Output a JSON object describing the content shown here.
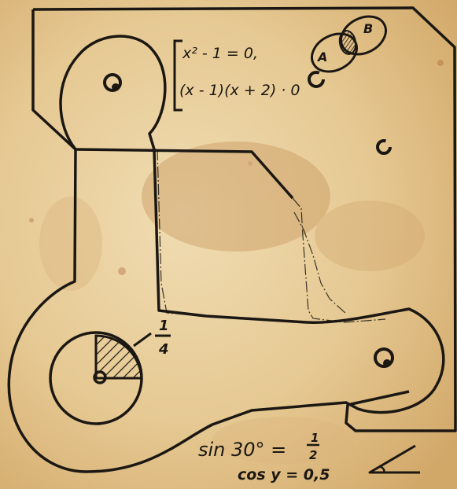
{
  "colors": {
    "ink": "#1b1712",
    "paper_light": "#f2e1bf",
    "paper_mid": "#e7c98f",
    "paper_dark": "#c99a59",
    "stain": "#a65a32"
  },
  "equations": {
    "line1": "x² - 1 = 0,",
    "line2": "(x - 1)(x + 2) · 0"
  },
  "venn": {
    "a_label": "A",
    "b_label": "B"
  },
  "fraction": {
    "numerator": "1",
    "denominator": "4"
  },
  "trig": {
    "sin_text": "sin 30° =",
    "sin_num": "1",
    "sin_den": "2",
    "cos_text": "cos y = 0,5"
  },
  "icons": [
    "screw-hole-icon",
    "screw-hole-icon",
    "screw-hole-icon",
    "screw-hole-icon",
    "screw-hole-icon",
    "angle-icon",
    "shaded-quarter-circle-icon",
    "venn-diagram-icon"
  ]
}
